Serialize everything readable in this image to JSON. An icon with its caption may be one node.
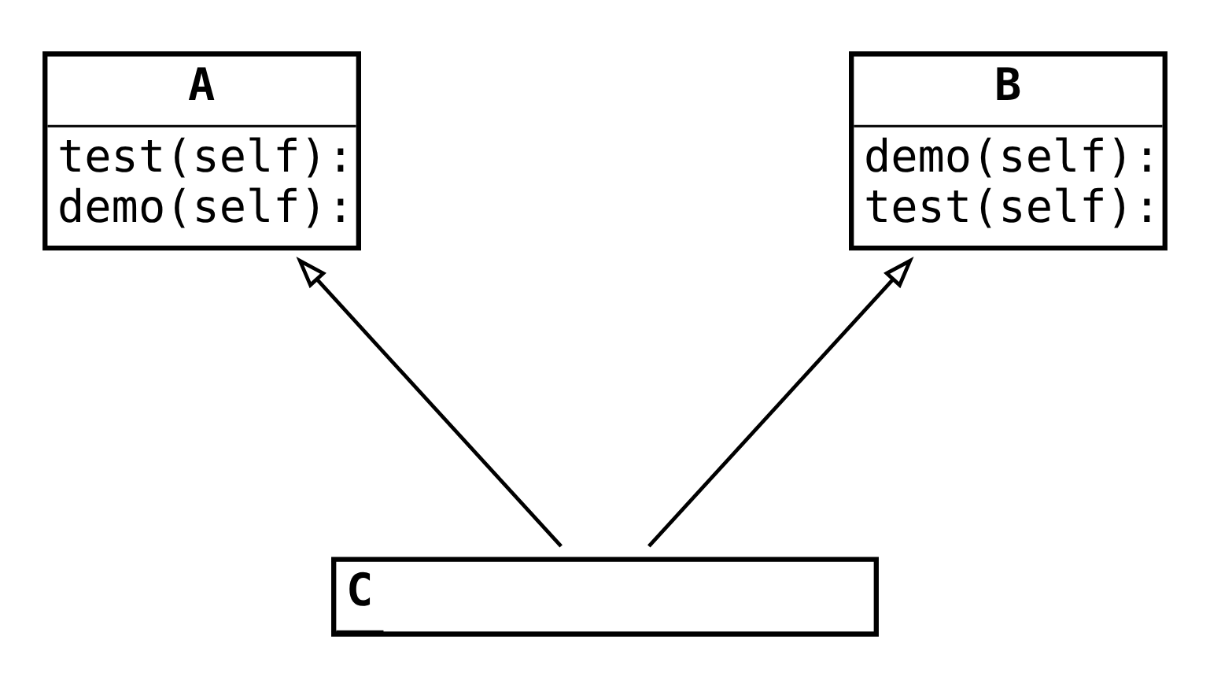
{
  "diagram": {
    "nodes": [
      {
        "text": [
          "A",
          "test(self):",
          "demo(self):"
        ]
      },
      {
        "text": [
          "B",
          "demo(self):",
          "test(self):"
        ]
      },
      {
        "text": [
          "C"
        ]
      }
    ],
    "edges": [
      {
        "from": 2,
        "to": 0,
        "arrow": "to"
      },
      {
        "from": 2,
        "to": 1,
        "arrow": "to"
      }
    ]
  }
}
